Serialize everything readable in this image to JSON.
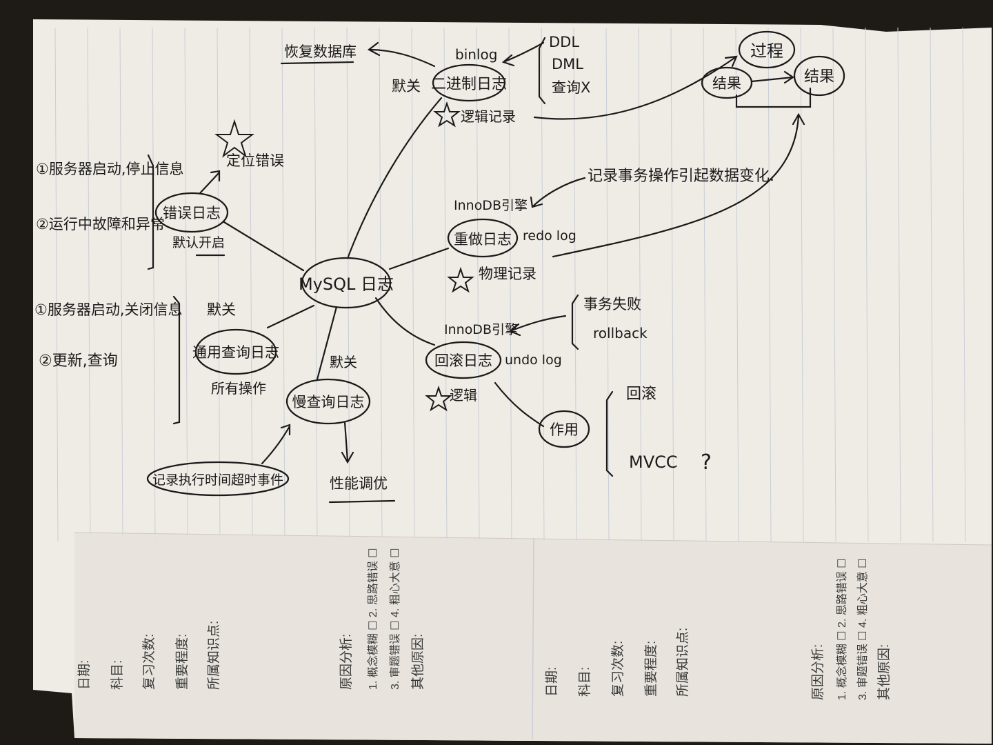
{
  "center": "MySQL 日志",
  "binlog_branch": {
    "node": "二进制日志",
    "tag": "binlog",
    "default_state": "默关",
    "record_type": "逻辑记录",
    "target": "恢复数据库",
    "contents": [
      "DDL",
      "DML",
      "查询X"
    ]
  },
  "process_result": {
    "process": "过程",
    "result_a": "结果",
    "result_b": "结果"
  },
  "error_branch": {
    "node": "错误日志",
    "default_state": "默认开启",
    "usage": "定位错误",
    "items": [
      "①服务器启动,停止信息",
      "②运行中故障和异常"
    ]
  },
  "redo_branch": {
    "node": "重做日志",
    "tag": "redo log",
    "engine": "InnoDB引擎",
    "record_type": "物理记录",
    "note": "记录事务操作引起数据变化."
  },
  "general_branch": {
    "node": "通用查询日志",
    "default_state": "默关",
    "scope": "所有操作",
    "items": [
      "①服务器启动,关闭信息",
      "②更新,查询"
    ]
  },
  "slow_branch": {
    "node": "慢查询日志",
    "default_state": "默关",
    "records": "记录执行时间超时事件",
    "usage": "性能调优"
  },
  "undo_branch": {
    "node": "回滚日志",
    "tag": "undo log",
    "engine": "InnoDB引擎",
    "record_type": "逻辑",
    "triggers": [
      "事务失败",
      "rollback"
    ],
    "effect_node": "作用",
    "effects": [
      "回滚",
      "MVCC",
      "?"
    ]
  },
  "form": {
    "left": {
      "fields": [
        "日期:",
        "科目:",
        "复习次数:",
        "重要程度:",
        "所属知识点:"
      ],
      "reason_label": "原因分析:",
      "reasons": [
        "1. 概念模糊 ☐ 2. 思路错误 ☐",
        "3. 审题错误 ☐ 4. 粗心大意 ☐"
      ],
      "other": "其他原因:"
    },
    "right": {
      "fields": [
        "日期:",
        "科目:",
        "复习次数:",
        "重要程度:",
        "所属知识点:"
      ],
      "reason_label": "原因分析:",
      "reasons": [
        "1. 概念模糊 ☐ 2. 思路错误 ☐",
        "3. 审题错误 ☐ 4. 粗心大意 ☐"
      ],
      "other": "其他原因:"
    }
  },
  "colors": {
    "paper": "#efece5",
    "form_area": "#e6e3dc",
    "ink": "#1a1a1a",
    "rule": "#c9cdd6"
  }
}
